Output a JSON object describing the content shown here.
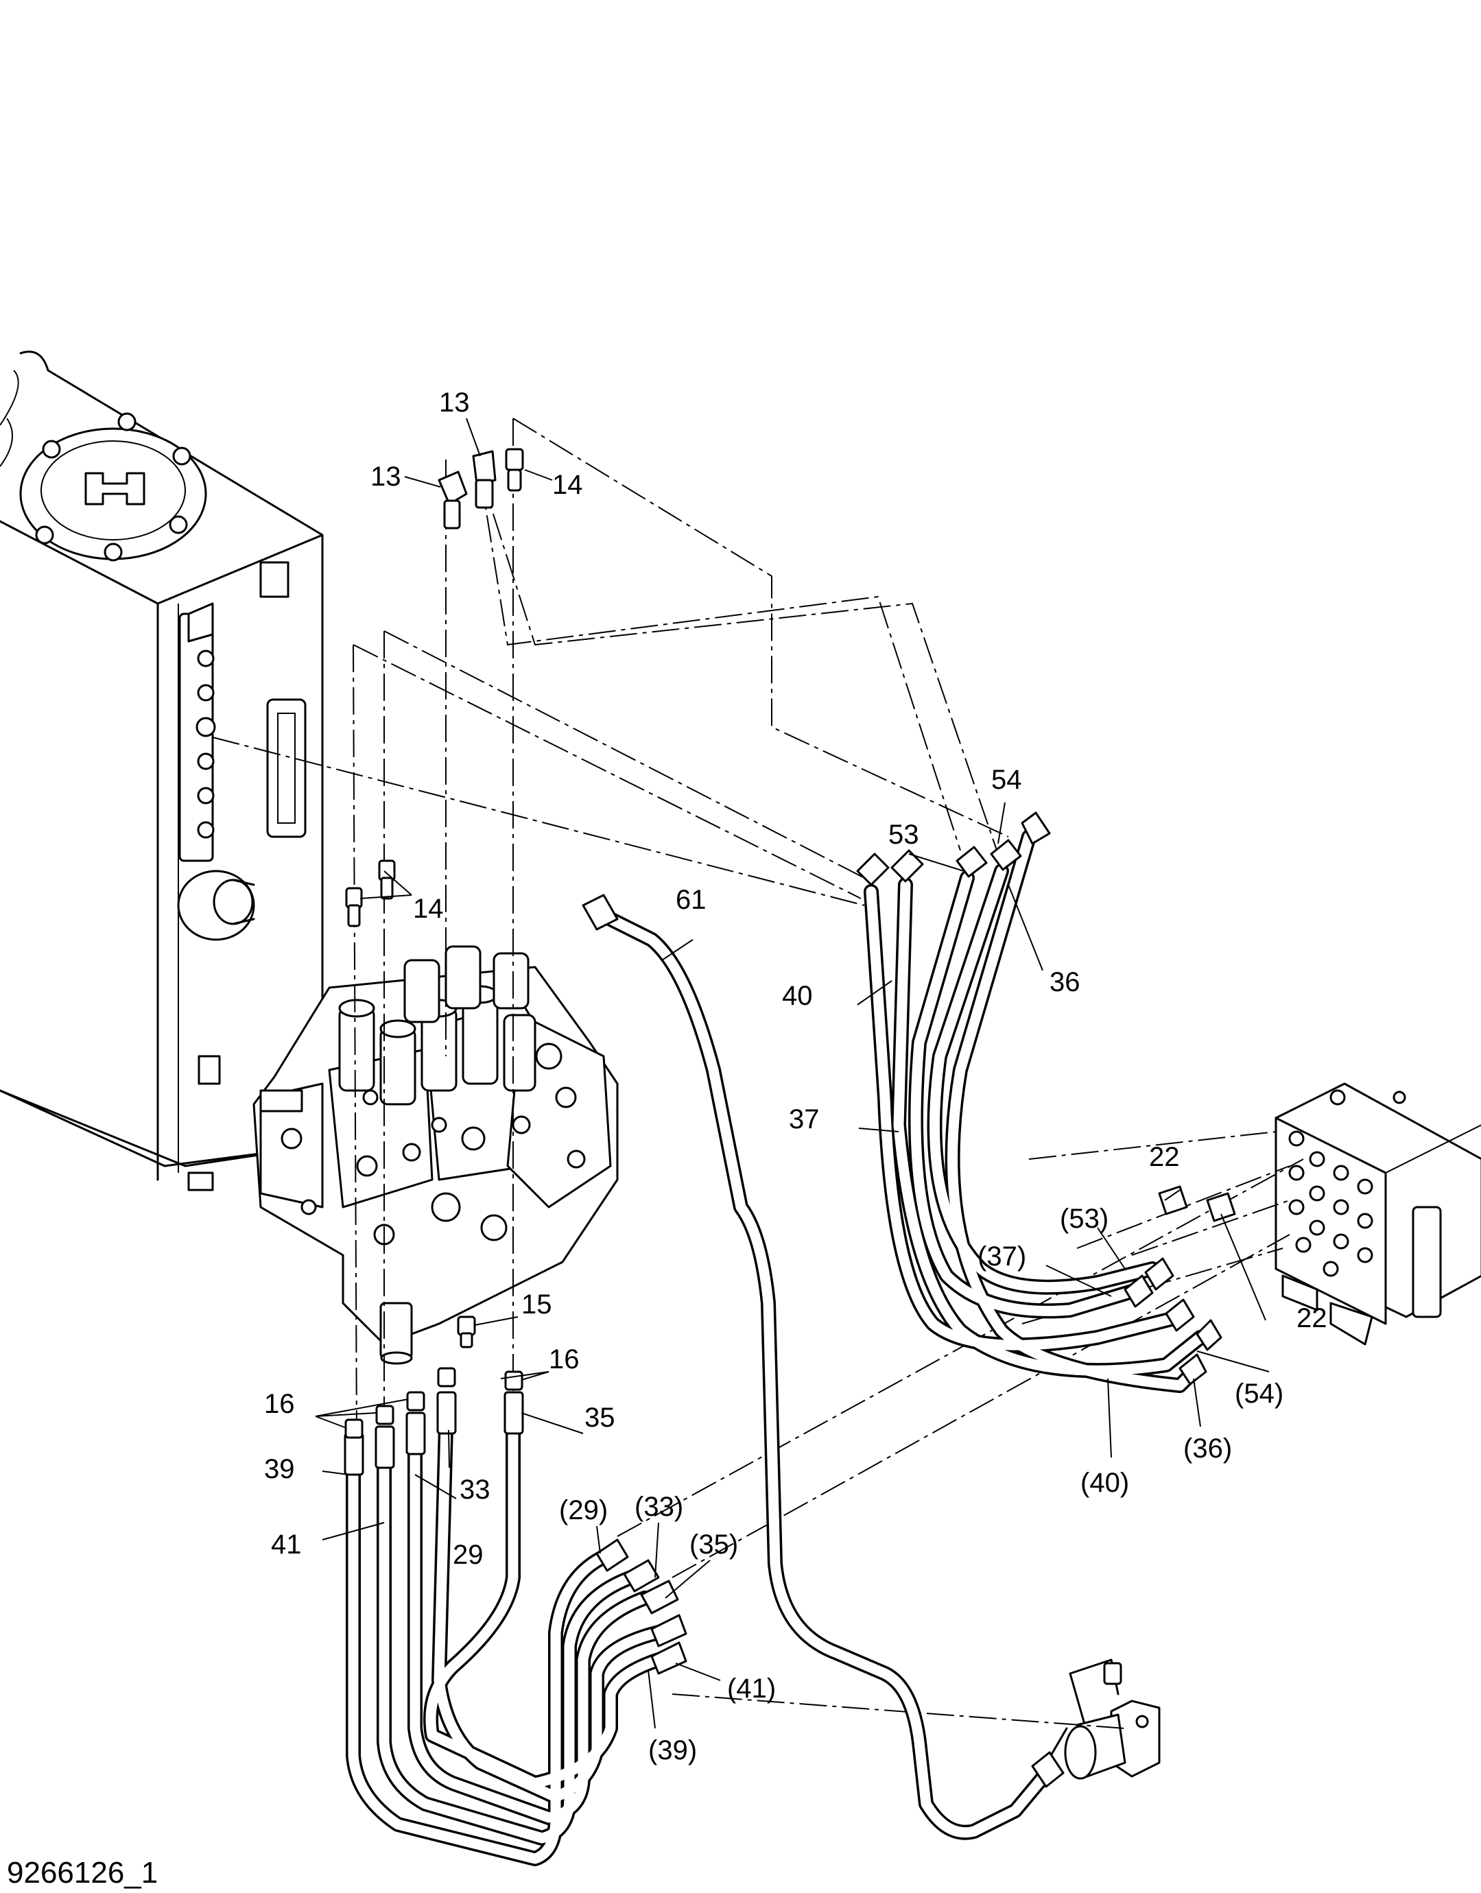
{
  "drawing_number": "9266126_1",
  "callouts": {
    "c13a": "13",
    "c13b": "13",
    "c14a": "14",
    "c14b": "14",
    "c15": "15",
    "c16a": "16",
    "c16b": "16",
    "c22a": "22",
    "c22b": "22",
    "c29": "29",
    "c29p": "(29)",
    "c33": "33",
    "c33p": "(33)",
    "c35": "35",
    "c35p": "(35)",
    "c36": "36",
    "c36p": "(36)",
    "c37": "37",
    "c37p": "(37)",
    "c39": "39",
    "c39p": "(39)",
    "c40": "40",
    "c40p": "(40)",
    "c41": "41",
    "c41p": "(41)",
    "c53": "53",
    "c53p": "(53)",
    "c54": "54",
    "c54p": "(54)",
    "c61": "61"
  }
}
